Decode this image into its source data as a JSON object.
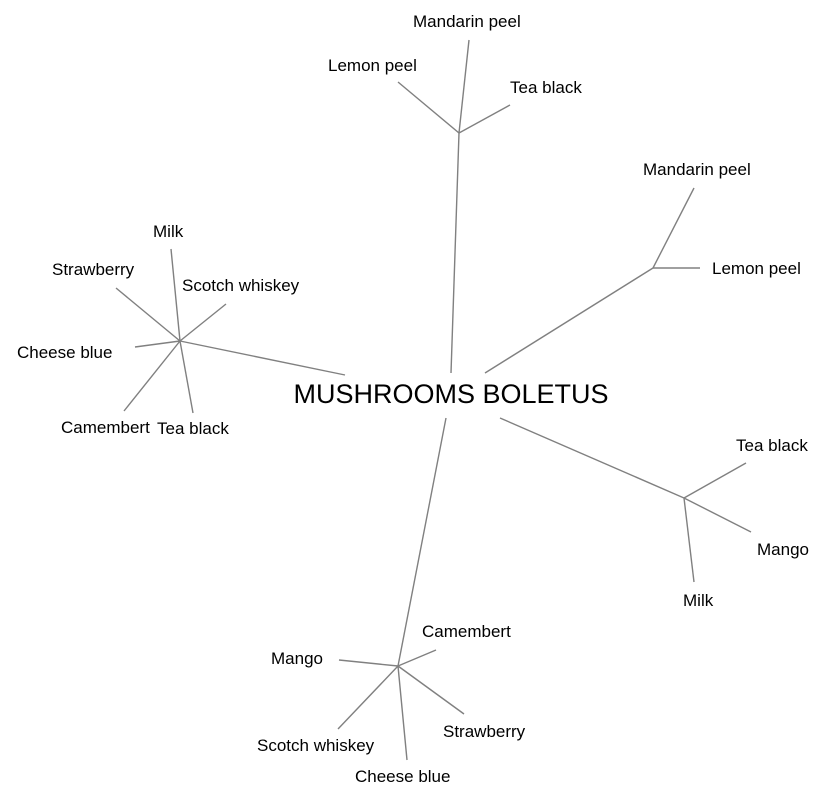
{
  "root": "MUSHROOMS BOLETUS",
  "branches": [
    {
      "leaves": [
        "Mandarin peel",
        "Lemon peel",
        "Tea black"
      ]
    },
    {
      "leaves": [
        "Mandarin peel",
        "Lemon peel"
      ]
    },
    {
      "leaves": [
        "Tea black",
        "Mango",
        "Milk"
      ]
    },
    {
      "leaves": [
        "Camembert",
        "Mango",
        "Scotch whiskey",
        "Cheese blue",
        "Strawberry"
      ]
    },
    {
      "leaves": [
        "Milk",
        "Strawberry",
        "Scotch whiskey",
        "Cheese blue",
        "Camembert",
        "Tea black"
      ]
    }
  ],
  "colors": {
    "edge": "#808080",
    "text": "#000000"
  }
}
